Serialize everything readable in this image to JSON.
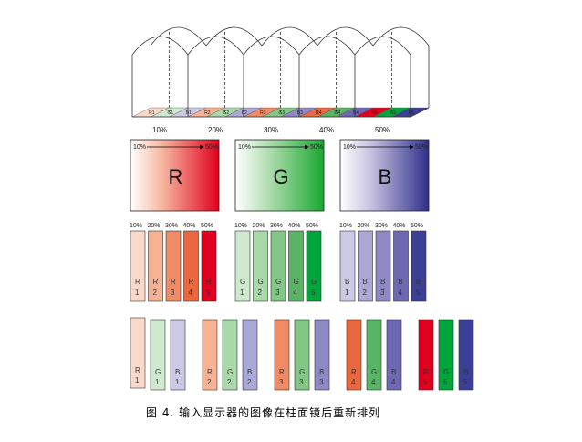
{
  "colors": {
    "R": [
      "#fbd9c9",
      "#f7b193",
      "#f08b66",
      "#e9683f",
      "#e1001e"
    ],
    "G": [
      "#cfe9cf",
      "#a9d8a9",
      "#82c785",
      "#5ab465",
      "#00a53c"
    ],
    "B": [
      "#ccc9e6",
      "#aba7d6",
      "#8e88c5",
      "#6e67b2",
      "#3c3f96"
    ],
    "R_end": "#e1001e",
    "G_end": "#19a832",
    "B_end": "#2f2f8a"
  },
  "lens_percents": [
    "10%",
    "20%",
    "30%",
    "40%",
    "50%"
  ],
  "panels": [
    {
      "label": "R",
      "start": "10%",
      "end": "50%"
    },
    {
      "label": "G",
      "start": "10%",
      "end": "50%"
    },
    {
      "label": "B",
      "start": "10%",
      "end": "50%"
    }
  ],
  "stripe_percents": [
    "10%",
    "20%",
    "30%",
    "40%",
    "50%"
  ],
  "channels": [
    "R",
    "G",
    "B"
  ],
  "indices": [
    "1",
    "2",
    "3",
    "4",
    "5"
  ],
  "caption": "图 4. 输入显示器的图像在柱面镜后重新排列"
}
